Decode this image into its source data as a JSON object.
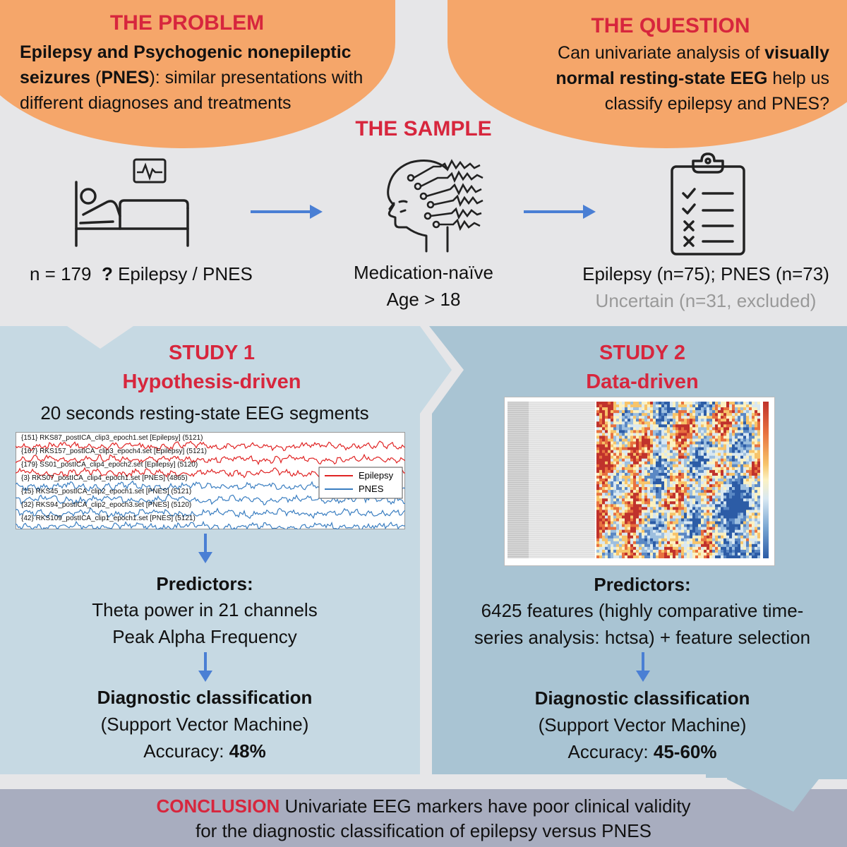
{
  "problem": {
    "title": "THE PROBLEM",
    "bold_text": "Epilepsy and Psychogenic nonepileptic seizures",
    "paren_open": " (",
    "pnes": "PNES",
    "rest_text": "): similar presentations with different diagnoses and treatments"
  },
  "question": {
    "title": "THE QUESTION",
    "text_pre": "Can univariate analysis of ",
    "text_bold": "visually normal resting-state EEG",
    "text_post": " help us classify epilepsy and PNES?"
  },
  "sample": {
    "title": "THE SAMPLE",
    "left_n": "n = 179",
    "left_q": "?",
    "left_label": "Epilepsy / PNES",
    "mid_line1": "Medication-naïve",
    "mid_line2": "Age > 18",
    "right_line1": "Epilepsy (n=75); PNES (n=73)",
    "right_line2": "Uncertain (n=31, excluded)"
  },
  "study1": {
    "title": "STUDY 1",
    "subtitle": "Hypothesis-driven",
    "segments": "20 seconds resting-state EEG segments",
    "eeg_rows": [
      "{151} RKS87_postICA_clip3_epoch1.set [Epilepsy] (5121)",
      "{167} RKS157_postICA_clip3_epoch4.set [Epilepsy] (5121)",
      "{179} SS01_postICA_clip4_epoch2.set [Epilepsy] (5120)",
      "{3} RKS07_postICA_clip4_epoch1.set [PNES] (4865)",
      "{15} RKS45_postICA_clip2_epoch1.set [PNES] (5121)",
      "{32} RKS94_postICA_clip2_epoch3.set [PNES] (5120)",
      "{42} RKS109_postICA_clip1_epoch1.set [PNES] (5121)"
    ],
    "legend": [
      "Epilepsy",
      "PNES"
    ],
    "predictors_title": "Predictors:",
    "predictors_line1": "Theta power in 21 channels",
    "predictors_line2": "Peak Alpha Frequency",
    "classification_title": "Diagnostic classification",
    "classification_method": "(Support Vector Machine)",
    "accuracy_label": "Accuracy: ",
    "accuracy_value": "48%"
  },
  "study2": {
    "title": "STUDY 2",
    "subtitle": "Data-driven",
    "predictors_title": "Predictors:",
    "predictors_line1": "6425 features (highly comparative time-",
    "predictors_line2": "series analysis: hctsa) + feature selection",
    "classification_title": "Diagnostic classification",
    "classification_method": "(Support Vector Machine)",
    "accuracy_label": "Accuracy: ",
    "accuracy_value": "45-60%"
  },
  "conclusion": {
    "label": "CONCLUSION",
    "line1": " Univariate EEG markers have poor clinical validity",
    "line2": "for the diagnostic classification of epilepsy versus PNES"
  },
  "colors": {
    "orange": "#f5a66a",
    "title_red": "#d7263d",
    "study1_bg": "#c6d9e3",
    "study2_bg": "#a9c4d3",
    "arrow_blue": "#4a7fd4",
    "conclusion_bg": "#a8adbf",
    "epilepsy_line": "#e02424",
    "pnes_line": "#3a7ec1"
  },
  "icons": [
    "hospital-bed-icon",
    "heart-monitor-icon",
    "eeg-head-icon",
    "clipboard-checklist-icon",
    "arrow-right-icon",
    "arrow-down-icon"
  ]
}
